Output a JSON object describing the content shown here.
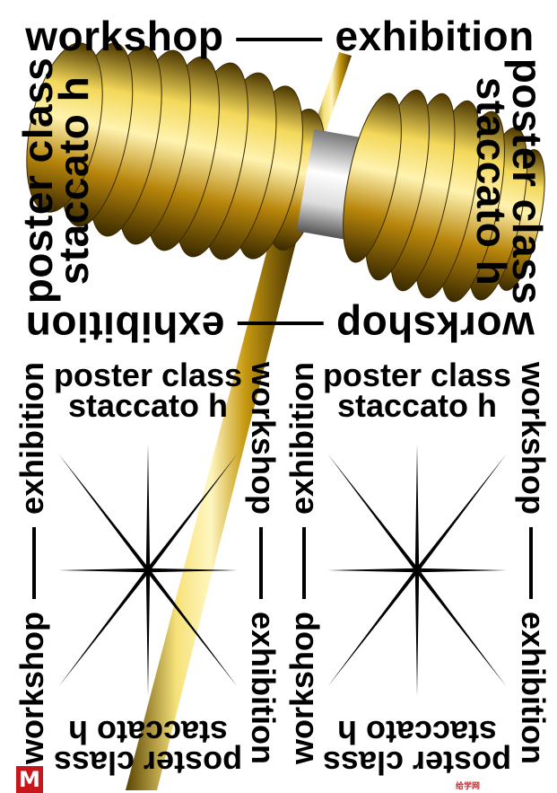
{
  "poster": {
    "word_workshop": "workshop",
    "word_exhibition": "exhibition",
    "line_poster_class": "poster class",
    "line_staccato": "staccato h",
    "dash": ""
  },
  "watermark": {
    "logo_letter": "M",
    "site_name": "给学网"
  },
  "colors": {
    "gold": "#d4a017",
    "ink": "#000000",
    "logo_red": "#c8161d"
  }
}
